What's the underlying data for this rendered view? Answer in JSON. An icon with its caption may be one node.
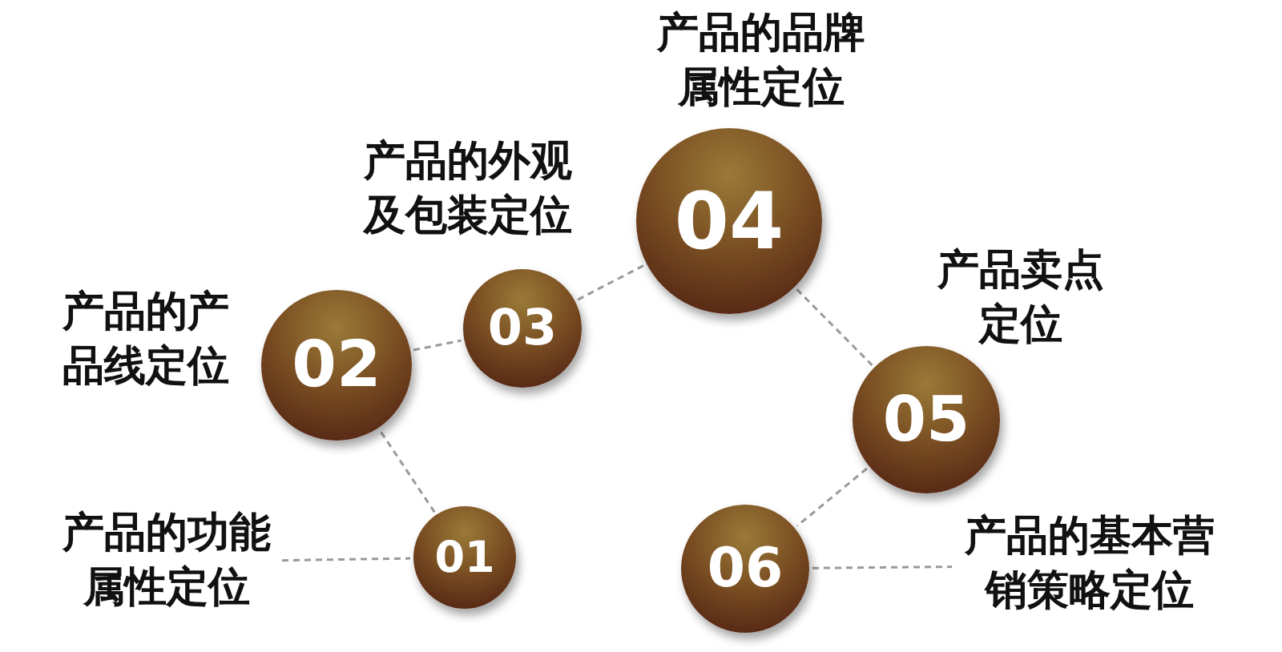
{
  "diagram": {
    "nodes": [
      {
        "text": [
          "产品的功能属性定位"
        ]
      },
      {
        "text": [
          "01"
        ]
      },
      {
        "text": [
          "02"
        ],
        "beside": [
          "产品的产品线定位"
        ]
      },
      {
        "text": [
          "03"
        ],
        "beside": [
          "产品的外观及包装定位"
        ]
      },
      {
        "text": [
          "04"
        ],
        "beside": [
          "产品的品牌属性定位"
        ]
      },
      {
        "text": [
          "05"
        ],
        "beside": [
          "产品卖点定位"
        ]
      },
      {
        "text": [
          "06"
        ]
      },
      {
        "text": [
          "产品的基本营销策略定位"
        ]
      }
    ],
    "edges": [
      {
        "from": 0,
        "to": 1,
        "arrow": "none",
        "style": "dashed"
      },
      {
        "from": 1,
        "to": 2,
        "arrow": "none",
        "style": "dashed"
      },
      {
        "from": 2,
        "to": 3,
        "arrow": "none",
        "style": "dashed"
      },
      {
        "from": 3,
        "to": 4,
        "arrow": "none",
        "style": "dashed"
      },
      {
        "from": 4,
        "to": 5,
        "arrow": "none",
        "style": "dashed"
      },
      {
        "from": 5,
        "to": 6,
        "arrow": "none",
        "style": "dashed"
      },
      {
        "from": 6,
        "to": 7,
        "arrow": "none",
        "style": "dashed"
      }
    ]
  }
}
